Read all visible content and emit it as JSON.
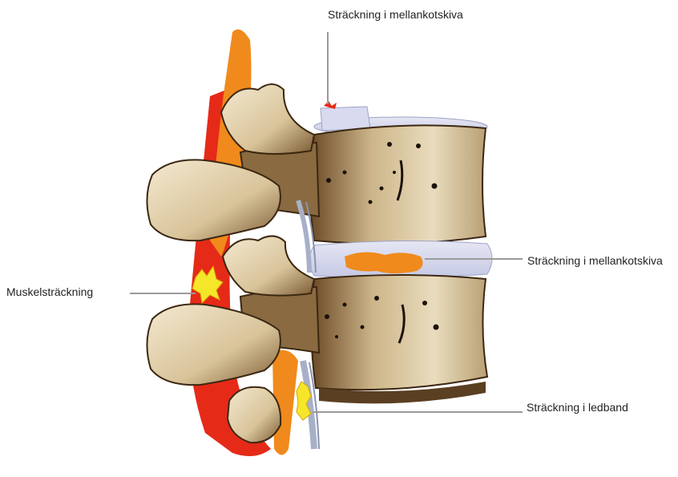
{
  "labels": {
    "disc_top": "Sträckning i mellankotskiva",
    "disc_mid": "Sträckning i mellankotskiva",
    "muscle": "Muskelsträckning",
    "ligament": "Sträckning i ledband"
  },
  "colors": {
    "bone": "#e8d8b4",
    "bone_shadow": "#5b3f22",
    "disc": "#d3d5ec",
    "muscle_red": "#e62a18",
    "muscle_orange": "#f08a1c",
    "strain_yellow": "#f6e62a",
    "leader_line": "#9a9a9a"
  }
}
